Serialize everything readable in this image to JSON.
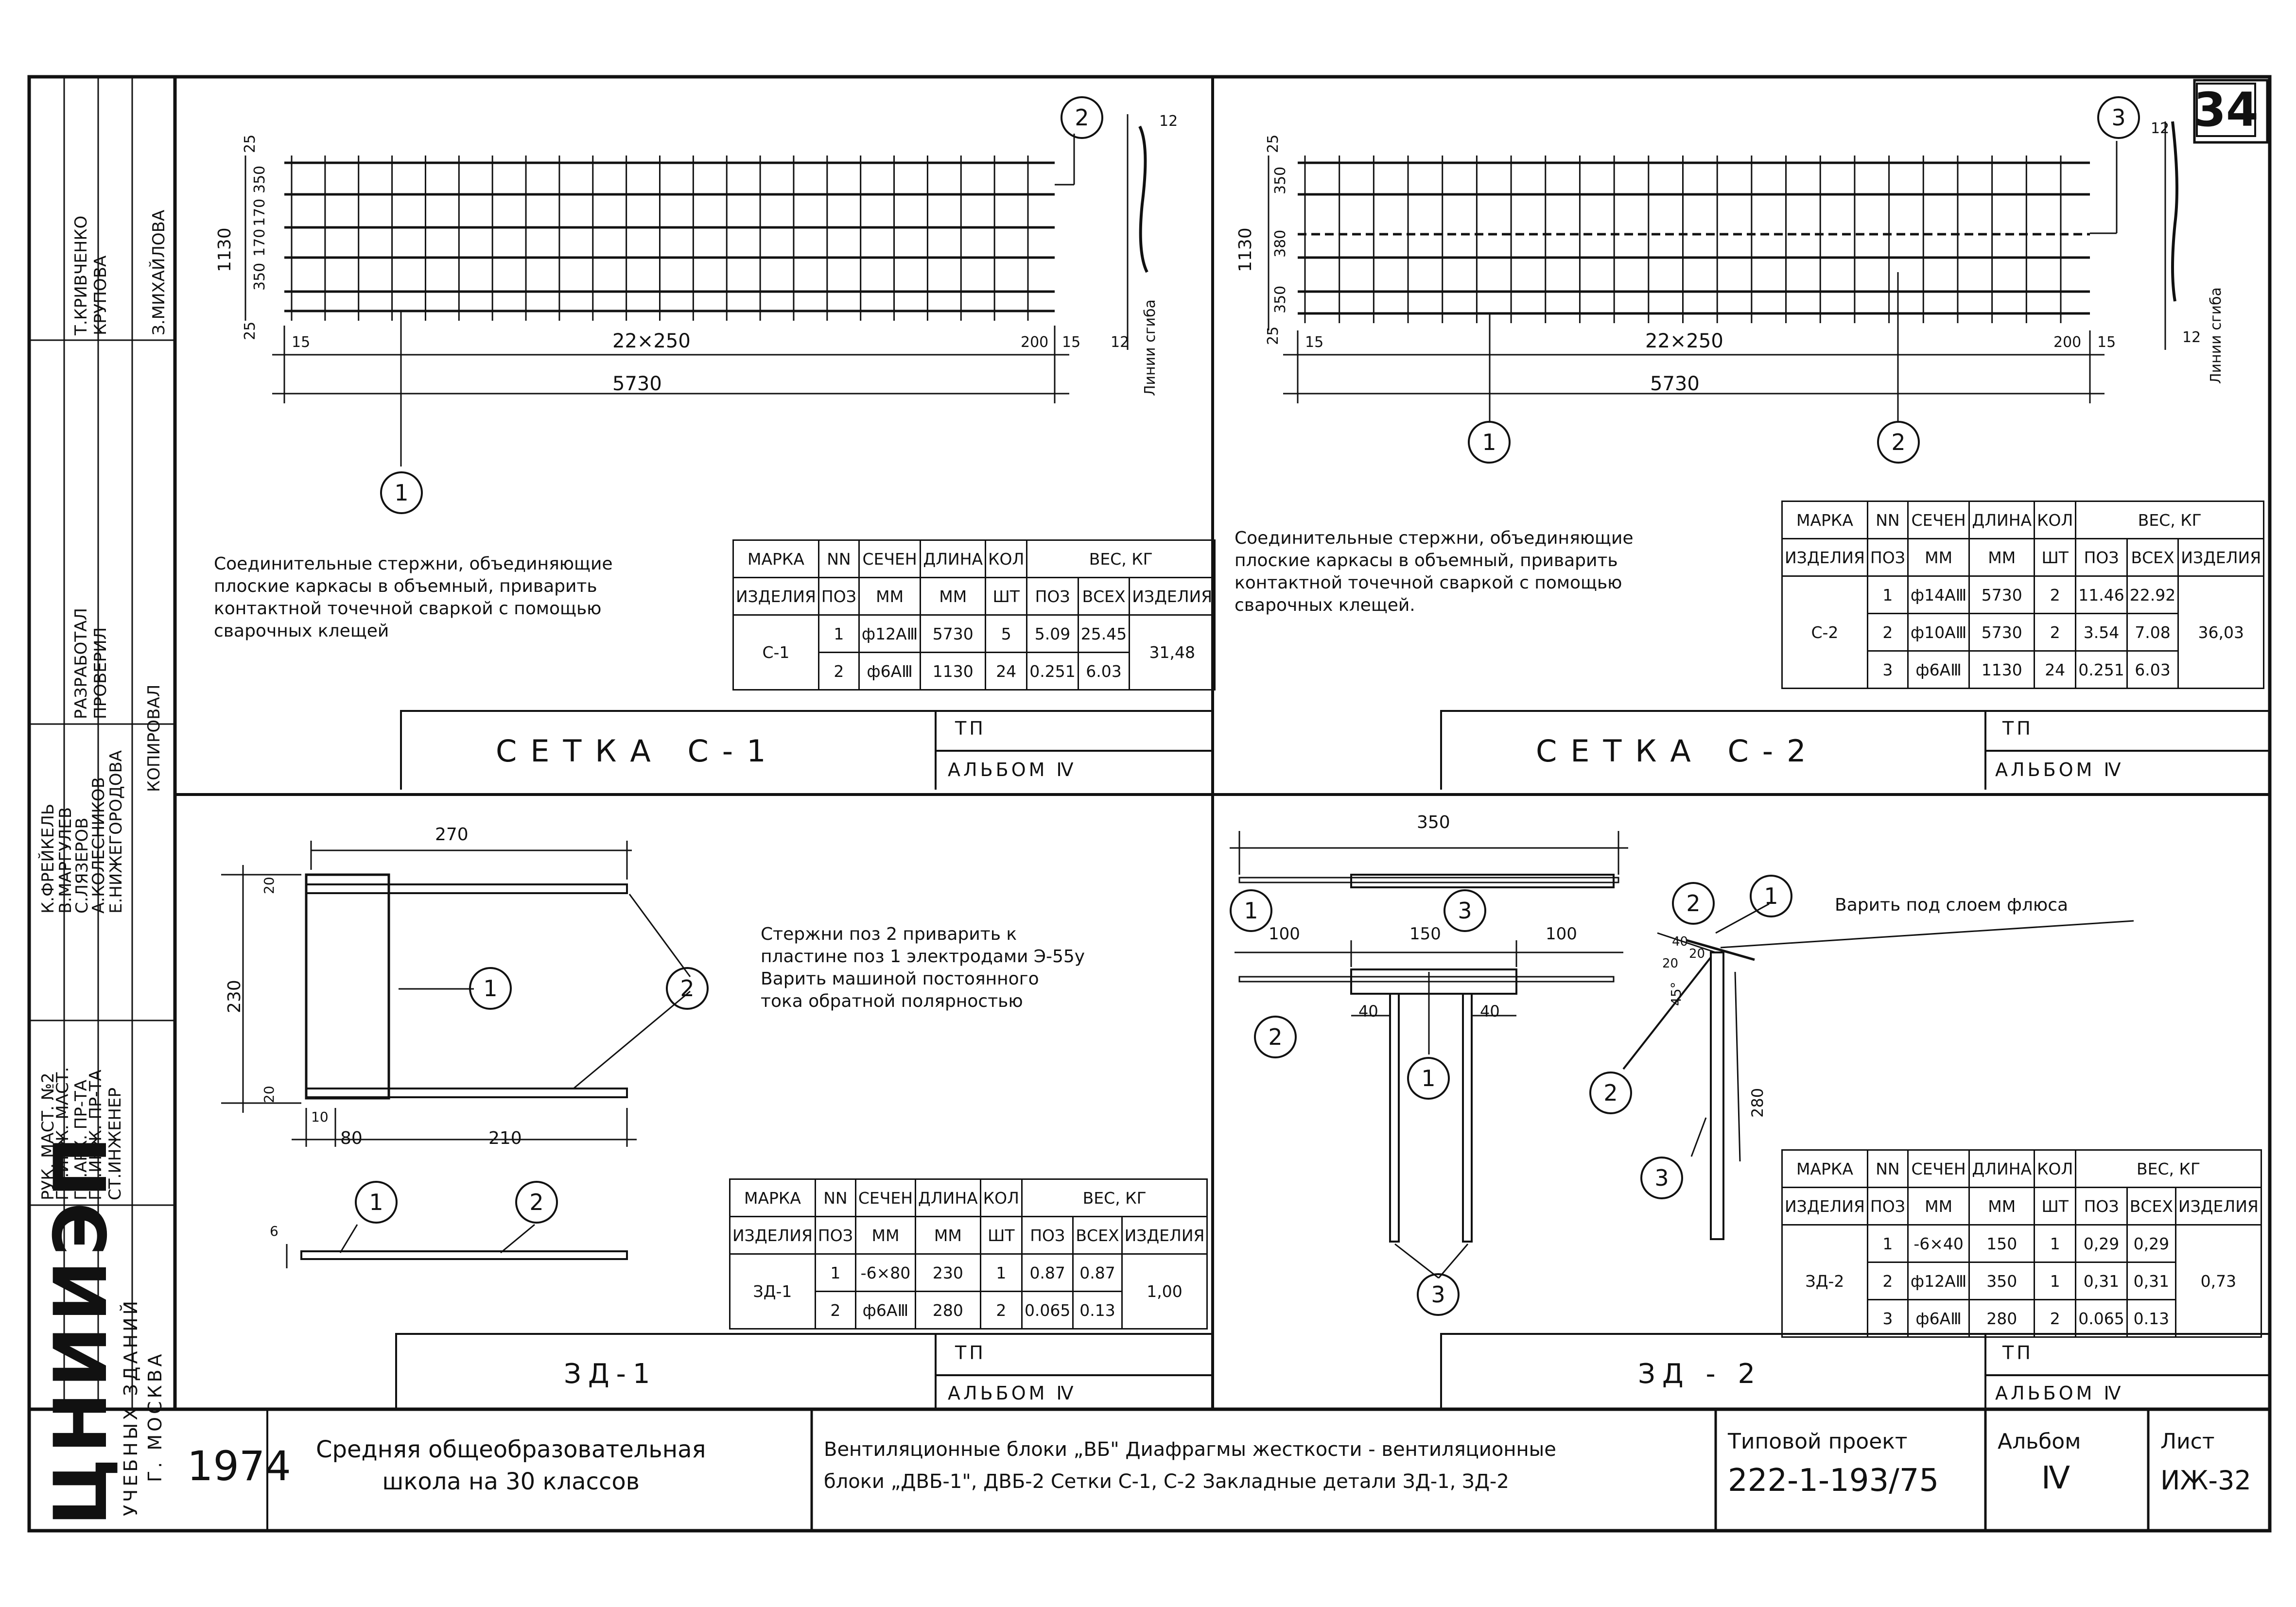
{
  "sheet_number": "34",
  "stamp": {
    "roles": [
      "РУК. МАСТ. №2",
      "ГЛ.ИНЖ. МАСТ.",
      "ГЛ.АРХ. ПР-ТА",
      "ГЛ.ИНЖ. ПР-ТА",
      "СТ.ИНЖЕНЕР",
      "КОПИРОВАЛ"
    ],
    "names": [
      "К.ФРЕЙКЕЛЬ",
      "В.МАРГУЛЕВ",
      "С.ЛЯЗЕРОВ",
      "А.КОЛЕСНИКОВ",
      "Е.НИЖЕГОРОДОВА"
    ],
    "roles2": [
      "РАЗРАБОТАЛ",
      "ПРОВЕРИЛ"
    ],
    "names2": [
      "Т.КРИВЧЕНКО",
      "КРУПОВА",
      "З.МИХАЙЛОВА"
    ],
    "org": "ЦНИИЭП",
    "org_sub": "УЧЕБНЫХ ЗДАНИЙ",
    "city": "Г. МОСКВА"
  },
  "c1": {
    "dims": {
      "d25a": "25",
      "d350a": "350",
      "d170a": "170",
      "d170b": "170",
      "d350b": "350",
      "d25b": "25",
      "h1130": "1130",
      "d15a": "15",
      "span": "22×250",
      "d200": "200",
      "d15b": "15",
      "total": "5730",
      "d12a": "12",
      "d12b": "12",
      "bend": "Линии сгиба"
    },
    "note": "Соединительные стержни, объединяющие\nплоские каркасы в объемный, приварить\nконтактной точечной сваркой с помощью\nсварочных клещей",
    "title": "СЕТКА С-1",
    "tp": "ТП",
    "album": "АЛЬБОМ Ⅳ"
  },
  "c2": {
    "dims": {
      "d25a": "25",
      "d350a": "350",
      "d380": "380",
      "d350b": "350",
      "d25b": "25",
      "h1130": "1130",
      "d15a": "15",
      "span": "22×250",
      "d200": "200",
      "d15b": "15",
      "total": "5730",
      "d12a": "12",
      "d12b": "12",
      "bend": "Линии сгиба"
    },
    "note": "Соединительные стержни, объединяющие\nплоские каркасы в объемный, приварить\nконтактной точечной сваркой с помощью\nсварочных клещей.",
    "title": "СЕТКА С-2",
    "tp": "ТП",
    "album": "АЛЬБОМ Ⅳ"
  },
  "zd1": {
    "dims": {
      "top": "270",
      "d20a": "20",
      "h": "230",
      "d20b": "20",
      "d10": "10",
      "d80": "80",
      "d210": "210",
      "d6": "6"
    },
    "note": "Стержни поз 2 приварить к\nпластине поз 1 электродами Э-55у\nВарить машиной постоянного\nтока обратной полярностью",
    "title": "ЗД-1",
    "tp": "ТП",
    "album": "АЛЬБОМ Ⅳ"
  },
  "zd2": {
    "dims": {
      "top": "350",
      "d100a": "100",
      "d150": "150",
      "d100b": "100",
      "d40a": "40",
      "d40b": "40",
      "d280": "280",
      "d45": "45°",
      "d40c": "40",
      "d20a": "20",
      "d20b": "20"
    },
    "weld_note": "Варить под слоем флюса",
    "title": "ЗД - 2",
    "tp": "ТП",
    "album": "АЛЬБОМ Ⅳ"
  },
  "spec_header": {
    "mark1": "МАРКА",
    "mark2": "ИЗДЕЛИЯ",
    "nn1": "NN",
    "nn2": "ПОЗ",
    "sec1": "СЕЧЕН",
    "sec2": "ММ",
    "len1": "ДЛИНА",
    "len2": "ММ",
    "qty1": "КОЛ",
    "qty2": "ШТ",
    "weight": "ВЕС, КГ",
    "w_pos": "ПОЗ",
    "w_all": "ВСЕХ",
    "w_item": "ИЗДЕЛИЯ"
  },
  "spec_c1": {
    "mark": "С-1",
    "total": "31,48",
    "rows": [
      [
        "1",
        "ф12АⅢ",
        "5730",
        "5",
        "5.09",
        "25.45"
      ],
      [
        "2",
        "ф6АⅢ",
        "1130",
        "24",
        "0.251",
        "6.03"
      ]
    ]
  },
  "spec_c2": {
    "mark": "С-2",
    "total": "36,03",
    "rows": [
      [
        "1",
        "ф14АⅢ",
        "5730",
        "2",
        "11.46",
        "22.92"
      ],
      [
        "2",
        "ф10АⅢ",
        "5730",
        "2",
        "3.54",
        "7.08"
      ],
      [
        "3",
        "ф6АⅢ",
        "1130",
        "24",
        "0.251",
        "6.03"
      ]
    ]
  },
  "spec_zd1": {
    "mark": "ЗД-1",
    "total": "1,00",
    "rows": [
      [
        "1",
        "-6×80",
        "230",
        "1",
        "0.87",
        "0.87"
      ],
      [
        "2",
        "ф6АⅢ",
        "280",
        "2",
        "0.065",
        "0.13"
      ]
    ]
  },
  "spec_zd2": {
    "mark": "ЗД-2",
    "total": "0,73",
    "rows": [
      [
        "1",
        "-6×40",
        "150",
        "1",
        "0,29",
        "0,29"
      ],
      [
        "2",
        "ф12АⅢ",
        "350",
        "1",
        "0,31",
        "0,31"
      ],
      [
        "3",
        "ф6АⅢ",
        "280",
        "2",
        "0.065",
        "0.13"
      ]
    ]
  },
  "title_block": {
    "year": "1974",
    "school": "Средняя общеобразовательная\nшкола на 30 классов",
    "contents": "Вентиляционные блоки „ВБ\" Диафрагмы жесткости - вентиляционные\nблоки „ДВБ-1\", ДВБ-2 Сетки С-1, С-2 Закладные детали ЗД-1, ЗД-2",
    "project_label": "Типовой проект",
    "project": "222-1-193/75",
    "album_label": "Альбом",
    "album": "Ⅳ",
    "sheet_label": "Лист",
    "sheet": "ИЖ-32"
  }
}
